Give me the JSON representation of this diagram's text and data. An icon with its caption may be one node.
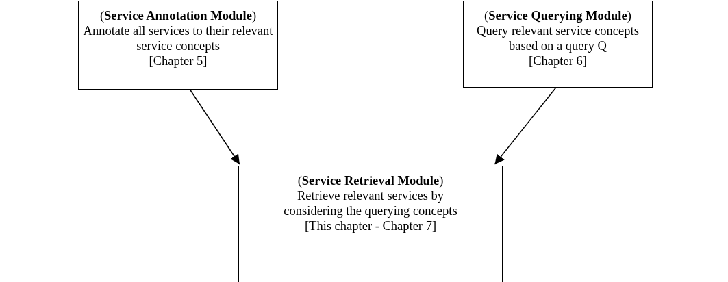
{
  "diagram": {
    "nodes": [
      {
        "text": [
          "(**Service Annotation Module**)",
          "Annotate all services to their relevant service concepts",
          "[Chapter 5]"
        ]
      },
      {
        "text": [
          "(**Service Querying Module**)",
          "Query relevant service concepts based on a query Q",
          "[Chapter 6]"
        ]
      },
      {
        "text": [
          "(**Service Retrieval Module**)",
          "Retrieve relevant services by considering the querying concepts",
          "[This chapter - Chapter 7]"
        ]
      }
    ],
    "edges": [
      {
        "from": 0,
        "to": 2,
        "arrow": "to"
      },
      {
        "from": 1,
        "to": 2,
        "arrow": "to"
      }
    ]
  }
}
